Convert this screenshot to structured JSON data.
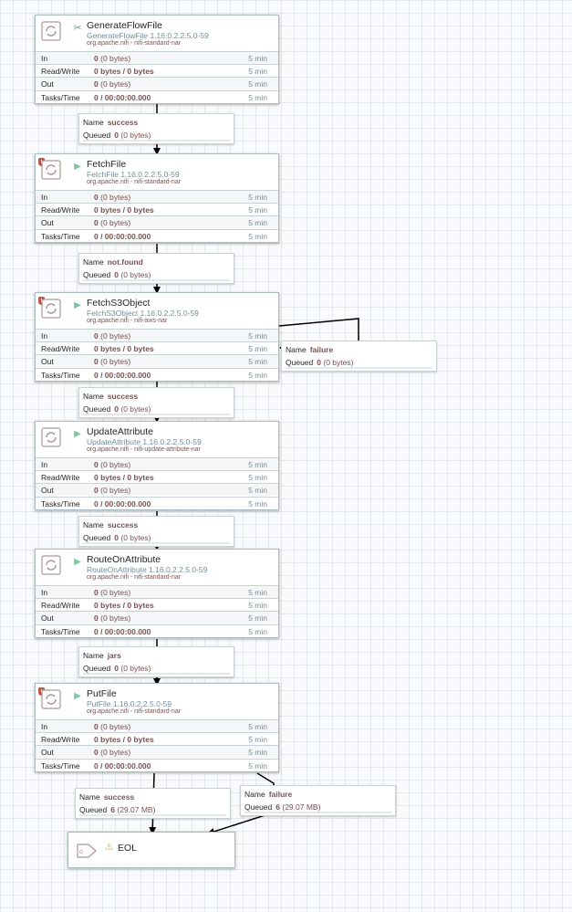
{
  "processors": [
    {
      "name": "GenerateFlowFile",
      "type": "GenerateFlowFile 1.16.0.2.2.5.0-59",
      "bundle": "org.apache.nifi - nifi-standard-nar",
      "status": "stopped",
      "bulletin": false,
      "in": {
        "count": "0",
        "size": "(0 bytes)",
        "time": "5 min"
      },
      "rw": {
        "value": "0 bytes / 0 bytes",
        "time": "5 min"
      },
      "out": {
        "count": "0",
        "size": "(0 bytes)",
        "time": "5 min"
      },
      "tasks": {
        "value": "0 / 00:00:00.000",
        "time": "5 min"
      }
    },
    {
      "name": "FetchFile",
      "type": "FetchFile 1.16.0.2.2.5.0-59",
      "bundle": "org.apache.nifi - nifi-standard-nar",
      "status": "running",
      "bulletin": true,
      "in": {
        "count": "0",
        "size": "(0 bytes)",
        "time": "5 min"
      },
      "rw": {
        "value": "0 bytes / 0 bytes",
        "time": "5 min"
      },
      "out": {
        "count": "0",
        "size": "(0 bytes)",
        "time": "5 min"
      },
      "tasks": {
        "value": "0 / 00:00:00.000",
        "time": "5 min"
      }
    },
    {
      "name": "FetchS3Object",
      "type": "FetchS3Object 1.16.0.2.2.5.0-59",
      "bundle": "org.apache.nifi - nifi-aws-nar",
      "status": "running",
      "bulletin": true,
      "in": {
        "count": "0",
        "size": "(0 bytes)",
        "time": "5 min"
      },
      "rw": {
        "value": "0 bytes / 0 bytes",
        "time": "5 min"
      },
      "out": {
        "count": "0",
        "size": "(0 bytes)",
        "time": "5 min"
      },
      "tasks": {
        "value": "0 / 00:00:00.000",
        "time": "5 min"
      }
    },
    {
      "name": "UpdateAttribute",
      "type": "UpdateAttribute 1.16.0.2.2.5.0-59",
      "bundle": "org.apache.nifi - nifi-update-attribute-nar",
      "status": "running",
      "bulletin": false,
      "in": {
        "count": "0",
        "size": "(0 bytes)",
        "time": "5 min"
      },
      "rw": {
        "value": "0 bytes / 0 bytes",
        "time": "5 min"
      },
      "out": {
        "count": "0",
        "size": "(0 bytes)",
        "time": "5 min"
      },
      "tasks": {
        "value": "0 / 00:00:00.000",
        "time": "5 min"
      }
    },
    {
      "name": "RouteOnAttribute",
      "type": "RouteOnAttribute 1.16.0.2.2.5.0-59",
      "bundle": "org.apache.nifi - nifi-standard-nar",
      "status": "running",
      "bulletin": false,
      "in": {
        "count": "0",
        "size": "(0 bytes)",
        "time": "5 min"
      },
      "rw": {
        "value": "0 bytes / 0 bytes",
        "time": "5 min"
      },
      "out": {
        "count": "0",
        "size": "(0 bytes)",
        "time": "5 min"
      },
      "tasks": {
        "value": "0 / 00:00:00.000",
        "time": "5 min"
      }
    },
    {
      "name": "PutFile",
      "type": "PutFile 1.16.0.2.2.5.0-59",
      "bundle": "org.apache.nifi - nifi-standard-nar",
      "status": "running",
      "bulletin": true,
      "in": {
        "count": "0",
        "size": "(0 bytes)",
        "time": "5 min"
      },
      "rw": {
        "value": "0 bytes / 0 bytes",
        "time": "5 min"
      },
      "out": {
        "count": "0",
        "size": "(0 bytes)",
        "time": "5 min"
      },
      "tasks": {
        "value": "0 / 00:00:00.000",
        "time": "5 min"
      }
    }
  ],
  "row_labels": {
    "in": "In",
    "rw": "Read/Write",
    "out": "Out",
    "tasks": "Tasks/Time"
  },
  "connection_labels": {
    "name": "Name",
    "queued": "Queued"
  },
  "connections": [
    {
      "name": "success",
      "queued_count": "0",
      "queued_size": "(0 bytes)"
    },
    {
      "name": "not.found",
      "queued_count": "0",
      "queued_size": "(0 bytes)"
    },
    {
      "name": "failure",
      "queued_count": "0",
      "queued_size": "(0 bytes)"
    },
    {
      "name": "success",
      "queued_count": "0",
      "queued_size": "(0 bytes)"
    },
    {
      "name": "success",
      "queued_count": "0",
      "queued_size": "(0 bytes)"
    },
    {
      "name": "jars",
      "queued_count": "0",
      "queued_size": "(0 bytes)"
    },
    {
      "name": "success",
      "queued_count": "6",
      "queued_size": "(29.07 MB)"
    },
    {
      "name": "failure",
      "queued_count": "6",
      "queued_size": "(29.07 MB)"
    }
  ],
  "funnel": {
    "name": "EOL",
    "warning_icon": "warning-icon"
  },
  "colors": {
    "running": "#7dc7a0",
    "invalid": "#ba554a",
    "value": "#775351",
    "meta": "#728e9b",
    "warning": "#cf9f5d"
  }
}
